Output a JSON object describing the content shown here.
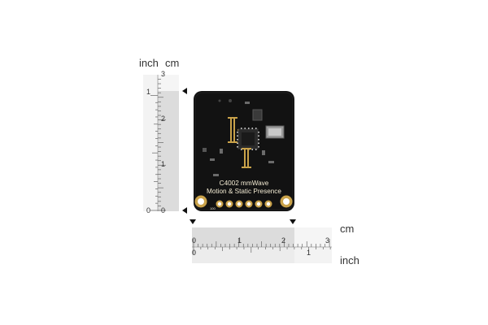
{
  "board": {
    "line1": "C4002 mmWave",
    "line2": "Motion & Static Presence",
    "pin_marker": "100",
    "colors": {
      "pcb": "#121212",
      "gold": "#c9a24a",
      "silk": "#e8e2d0"
    }
  },
  "vertical_ruler": {
    "unit_inch": "inch",
    "unit_cm": "cm",
    "cm_ticks": [
      "3",
      "2",
      "1",
      "0"
    ],
    "inch_ticks": [
      "1",
      "0"
    ]
  },
  "horizontal_ruler": {
    "unit_cm": "cm",
    "unit_inch": "inch",
    "cm_ticks": [
      "0",
      "1",
      "2",
      "3"
    ],
    "inch_ticks": [
      "0",
      "1"
    ]
  }
}
